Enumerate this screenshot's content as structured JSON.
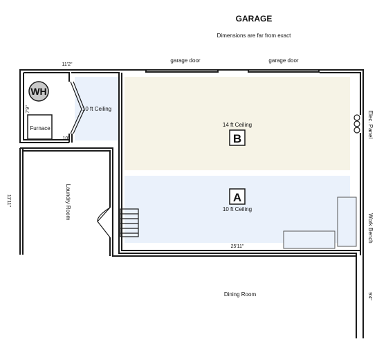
{
  "title": "GARAGE",
  "subtitle": "Dimensions are far from exact",
  "rooms": {
    "wh": "WH",
    "furnace": "Furnace",
    "laundry": "Laundry Room",
    "dining": "Dining Room",
    "elec_panel": "Elec. Panel",
    "work_bench": "Work Bench"
  },
  "doors": {
    "left": "garage door",
    "right": "garage door"
  },
  "zones": {
    "a_letter": "A",
    "a_ceiling": "10 ft Ceiling",
    "b_letter": "B",
    "b_ceiling": "14 ft Ceiling",
    "side_ceiling": "10 ft Ceiling"
  },
  "dimensions": {
    "top_left": "11'2\"",
    "closet": "7'9\"",
    "small": "10'",
    "left_side": "11'11\"",
    "garage_width": "25'11\"",
    "right_lower": "9'4\""
  },
  "colors": {
    "wall": "#1a1a1a",
    "zone_a": "#eaf1fb",
    "zone_b": "#f6f3e6",
    "wh_fill": "#c9c9c9"
  }
}
